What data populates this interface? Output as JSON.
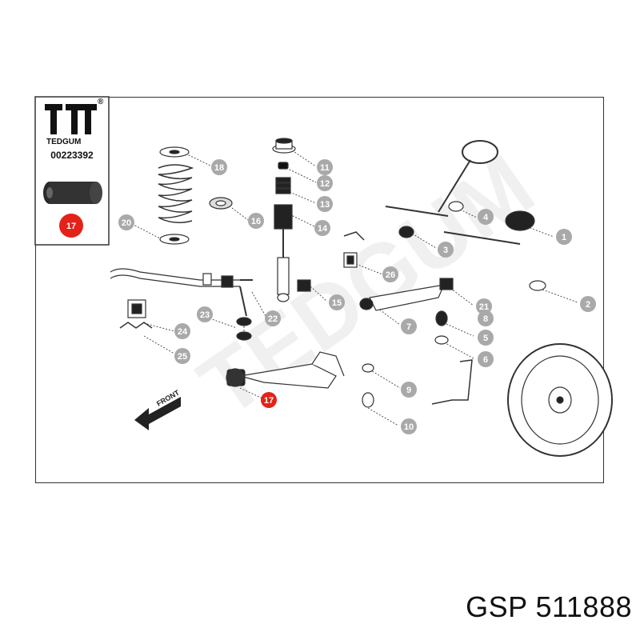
{
  "logo": {
    "brand": "TEDGUM",
    "registered": "®"
  },
  "part_code": "00223392",
  "highlight_callout": "17",
  "watermark": "TEDGUM",
  "front_label": "FRONT",
  "caption": "GSP 511888",
  "colors": {
    "callout_gray": "#a9a9a9",
    "callout_red": "#e32219",
    "line": "#333333",
    "watermark": "#eeeeee"
  },
  "callouts": [
    "1",
    "2",
    "3",
    "4",
    "5",
    "6",
    "7",
    "8",
    "9",
    "10",
    "11",
    "12",
    "13",
    "14",
    "15",
    "16",
    "17",
    "18",
    "20",
    "21",
    "22",
    "23",
    "24",
    "25",
    "26"
  ]
}
